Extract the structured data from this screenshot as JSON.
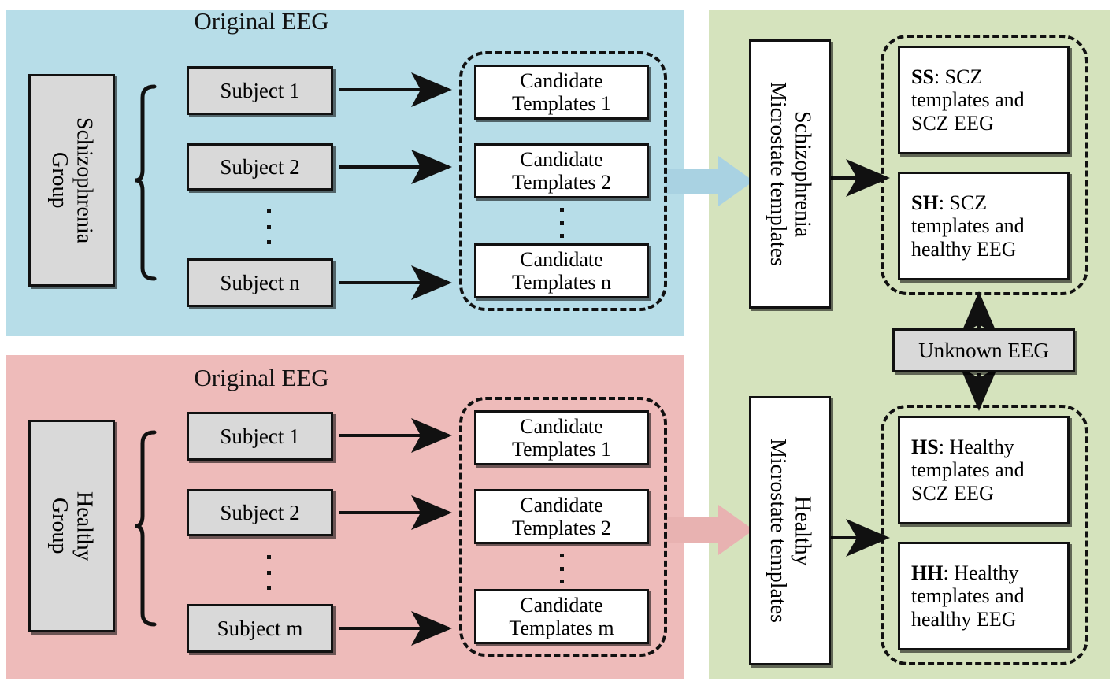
{
  "figure": {
    "type": "flowchart",
    "description": "EEG microstate template matching pipeline comparing schizophrenia and healthy groups"
  },
  "panels": {
    "schizophrenia": {
      "title": "Original EEG",
      "background_color": "#b7dde8",
      "group_label": "Schizophrenia\nGroup",
      "group_label_line1": "Schizophrenia",
      "group_label_line2": "Group",
      "subjects": [
        {
          "label": "Subject 1"
        },
        {
          "label": "Subject 2"
        },
        {
          "label": "Subject n"
        }
      ],
      "candidates": [
        {
          "label": "Candidate\nTemplates  1",
          "line1": "Candidate",
          "line2": "Templates  1"
        },
        {
          "label": "Candidate\nTemplates 2",
          "line1": "Candidate",
          "line2": "Templates 2"
        },
        {
          "label": "Candidate\nTemplates n",
          "line1": "Candidate",
          "line2": "Templates n"
        }
      ]
    },
    "healthy": {
      "title": "Original EEG",
      "background_color": "#eebbba",
      "group_label_line1": "Healthy",
      "group_label_line2": "Group",
      "subjects": [
        {
          "label": "Subject 1"
        },
        {
          "label": "Subject 2"
        },
        {
          "label": "Subject m"
        }
      ],
      "candidates": [
        {
          "label": "Candidate\nTemplates 1",
          "line1": "Candidate",
          "line2": "Templates 1"
        },
        {
          "label": "Candidate\nTemplates 2",
          "line1": "Candidate",
          "line2": "Templates 2"
        },
        {
          "label": "Candidate\nTemplates m",
          "line1": "Candidate",
          "line2": "Templates m"
        }
      ]
    },
    "results": {
      "background_color": "#d5e3bd",
      "scz_templates_label_line1": "Schizophrenia",
      "scz_templates_label_line2": "Microstate templates",
      "healthy_templates_label_line1": "Healthy",
      "healthy_templates_label_line2": "Microstate templates",
      "unknown_eeg": "Unknown EEG",
      "scz_conditions": [
        {
          "code": "SS",
          "text": ": SCZ templates and SCZ EEG",
          "line1_code": "SS",
          "line1_rest": ": SCZ",
          "line2": "templates and",
          "line3": "SCZ EEG"
        },
        {
          "code": "SH",
          "text": ": SCZ templates and healthy EEG",
          "line1_code": "SH",
          "line1_rest": ": SCZ",
          "line2": "templates and",
          "line3": "healthy EEG"
        }
      ],
      "healthy_conditions": [
        {
          "code": "HS",
          "text": ": Healthy templates and SCZ EEG",
          "line1_code": "HS",
          "line1_rest": ": Healthy",
          "line2": "templates and",
          "line3": "SCZ EEG"
        },
        {
          "code": "HH",
          "text": ": Healthy templates and healthy EEG",
          "line1_code": "HH",
          "line1_rest": ": Healthy",
          "line2": "templates and",
          "line3": "healthy EEG"
        }
      ]
    }
  },
  "colors": {
    "scz_panel": "#b7dde8",
    "healthy_panel": "#eebbba",
    "results_panel": "#d5e3bd",
    "box_fill_gray": "#d9d9d9",
    "box_fill_white": "#ffffff",
    "stroke": "#111111"
  }
}
